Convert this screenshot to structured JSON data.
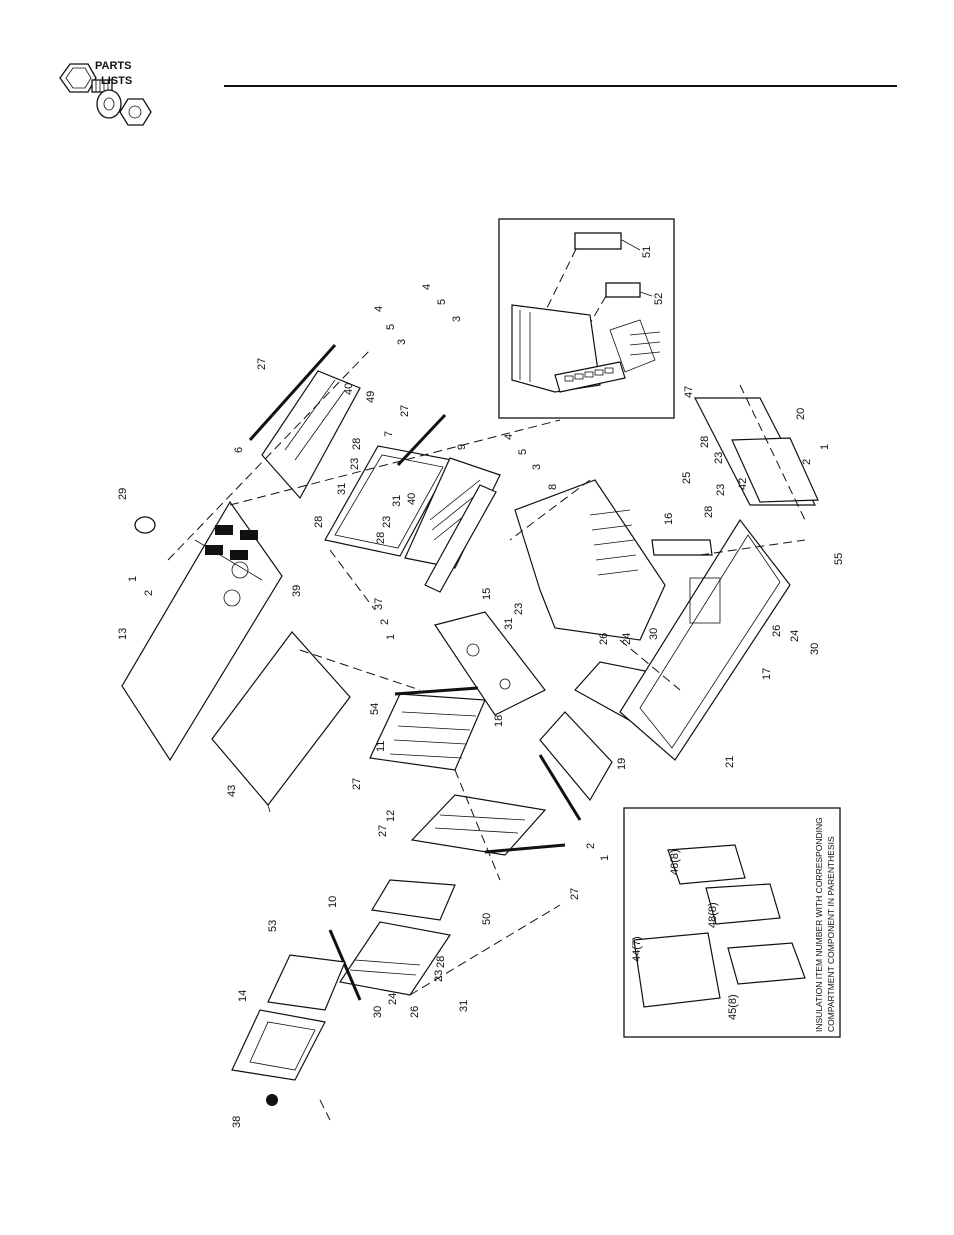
{
  "header": {
    "logo_line1": "PARTS",
    "logo_line2": "LISTS"
  },
  "inset_bottom": {
    "note_line1": "INSULATION ITEM NUMBER WITH CORRESPONDING",
    "note_line2": "COMPARTMENT COMPONENT IN PARENTHESIS",
    "labels": [
      "46(8)",
      "48(8)",
      "44(7)",
      "45(8)"
    ]
  },
  "inset_top": {
    "labels": [
      "51",
      "52"
    ]
  },
  "callouts": [
    "27",
    "6",
    "40",
    "49",
    "28",
    "23",
    "31",
    "28",
    "7",
    "27",
    "9",
    "40",
    "31",
    "23",
    "28",
    "4",
    "5",
    "3",
    "4",
    "5",
    "3",
    "4",
    "5",
    "3",
    "8",
    "29",
    "1",
    "2",
    "13",
    "39",
    "37",
    "2",
    "1",
    "15",
    "23",
    "31",
    "18",
    "43",
    "54",
    "11",
    "27",
    "12",
    "27",
    "10",
    "53",
    "14",
    "38",
    "30",
    "24",
    "26",
    "23",
    "28",
    "31",
    "50",
    "27",
    "19",
    "2",
    "1",
    "21",
    "17",
    "26",
    "24",
    "30",
    "26",
    "24",
    "30",
    "16",
    "28",
    "23",
    "42",
    "25",
    "23",
    "28",
    "47",
    "20",
    "2",
    "1",
    "55"
  ]
}
